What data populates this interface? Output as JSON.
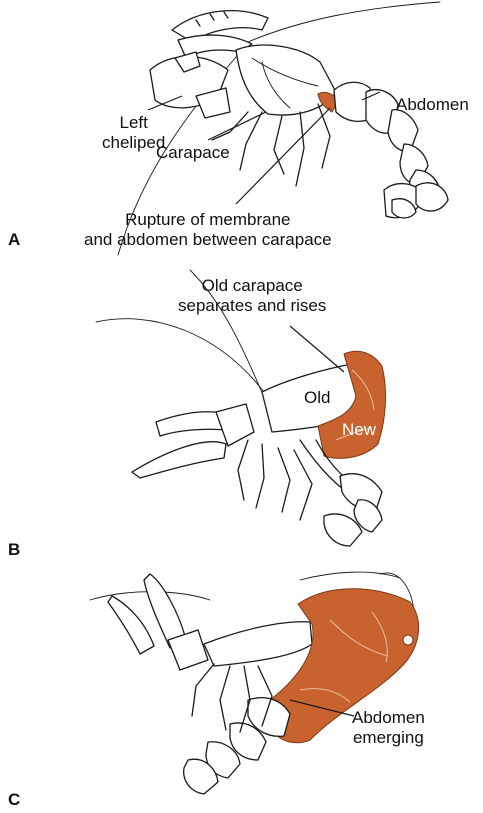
{
  "colors": {
    "new_shell": "#c8622e",
    "ink": "#1a1a1a"
  },
  "panels": {
    "a": {
      "letter": "A",
      "labels": {
        "left_cheliped": [
          "Left",
          "cheliped"
        ],
        "carapace": "Carapace",
        "abdomen": "Abdomen",
        "rupture": [
          "Rupture of membrane",
          "and abdomen between carapace"
        ]
      }
    },
    "b": {
      "letter": "B",
      "labels": {
        "old_carapace": [
          "Old carapace",
          "separates and rises"
        ],
        "old": "Old",
        "new": "New"
      }
    },
    "c": {
      "letter": "C",
      "labels": {
        "abdomen_emerging": [
          "Abdomen",
          "emerging"
        ]
      }
    }
  }
}
